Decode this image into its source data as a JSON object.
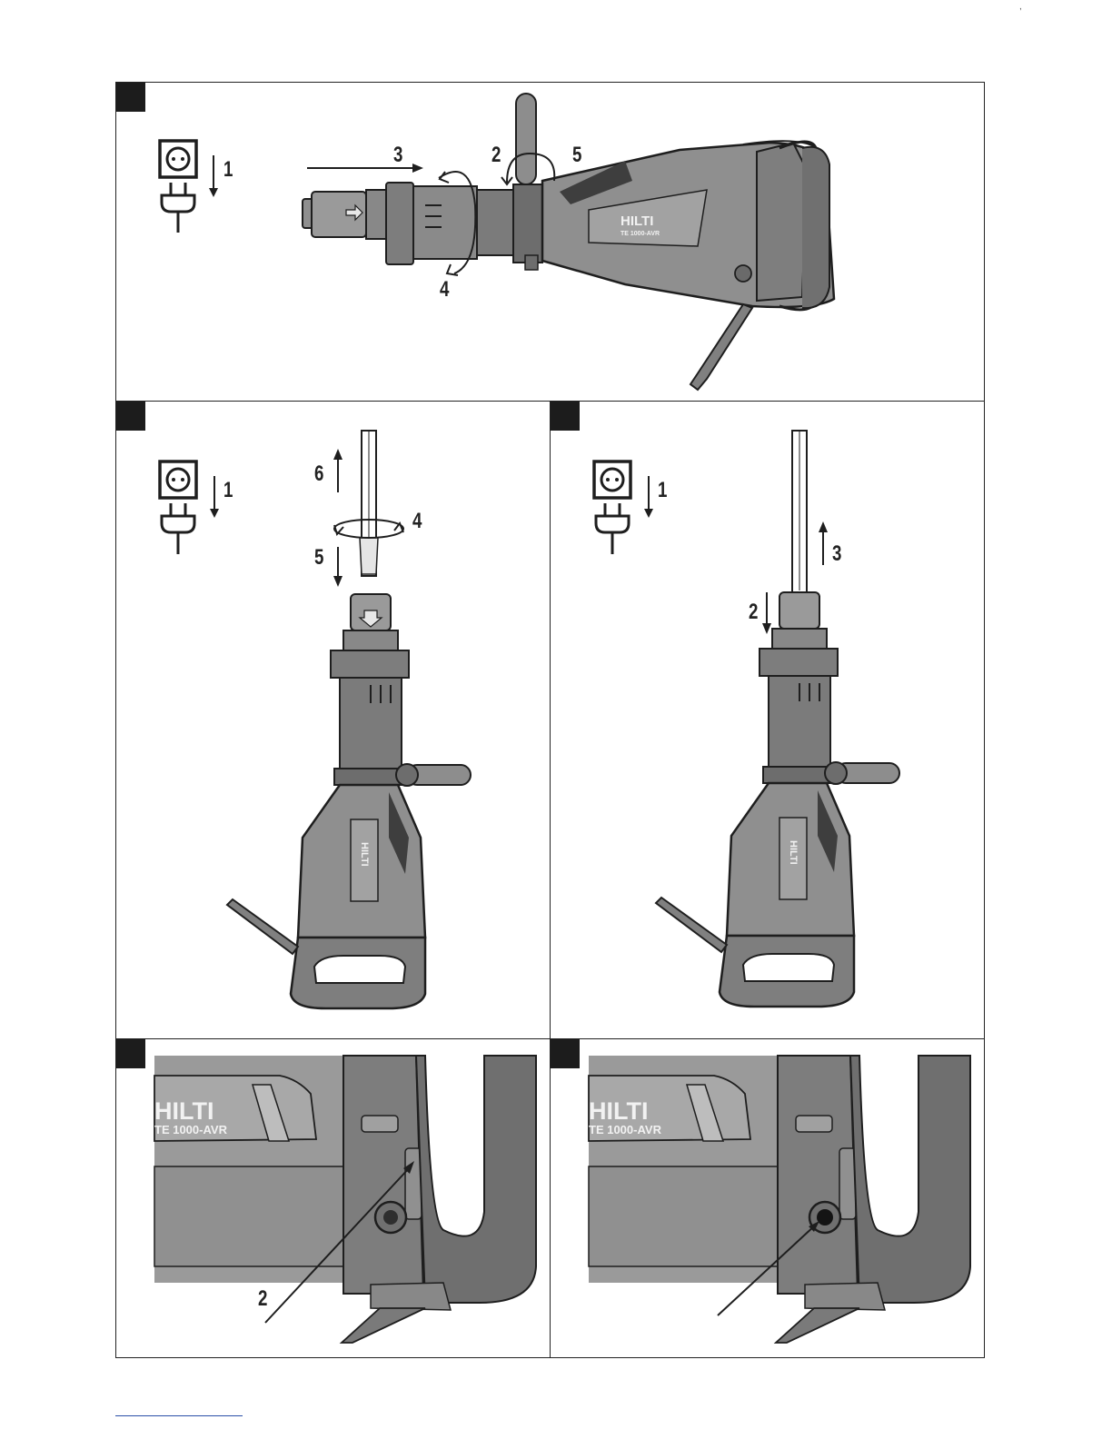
{
  "panels": [
    {
      "id": "fig1",
      "steps": [
        "1",
        "3",
        "2",
        "5",
        "4"
      ]
    },
    {
      "id": "fig2",
      "steps": [
        "1",
        "6",
        "4",
        "5"
      ]
    },
    {
      "id": "fig3",
      "steps": [
        "1",
        "3",
        "2"
      ]
    },
    {
      "id": "fig4",
      "steps": [
        "2"
      ]
    },
    {
      "id": "fig5",
      "steps": []
    }
  ],
  "brand": {
    "logo": "HILTI",
    "model": "TE 1000-AVR"
  },
  "icons": [
    "power-socket-icon",
    "power-plug-icon",
    "rotation-arrow-icon",
    "pointer-arrow-icon"
  ],
  "colors": {
    "tool_body": "#8f8f8f",
    "tool_dark": "#5a5a5a",
    "outline": "#1e1e1e",
    "marker": "#1c1c1c"
  }
}
